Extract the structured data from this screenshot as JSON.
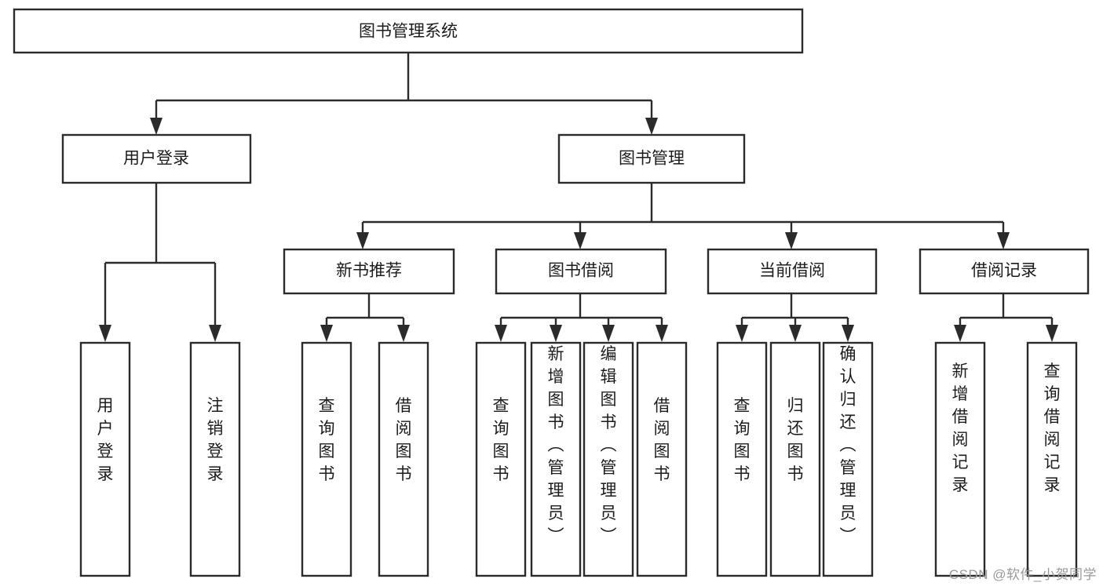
{
  "diagram": {
    "type": "tree",
    "title": "图书管理系统",
    "orientation": "top-down",
    "edge_style": "orthogonal-arrow",
    "colors": {
      "box_fill": "#ffffff",
      "box_stroke": "#2b2b2b",
      "connector": "#2b2b2b",
      "text": "#1c1c1c",
      "background": "#ffffff",
      "watermark": "#9a9a9a"
    },
    "nodes": {
      "root": {
        "label": "图书管理系统",
        "level": 0,
        "orientation": "horizontal"
      },
      "user_login": {
        "label": "用户登录",
        "level": 1,
        "orientation": "horizontal"
      },
      "book_manage": {
        "label": "图书管理",
        "level": 1,
        "orientation": "horizontal"
      },
      "new_book_rec": {
        "label": "新书推荐",
        "level": 2,
        "orientation": "horizontal"
      },
      "book_borrow": {
        "label": "图书借阅",
        "level": 2,
        "orientation": "horizontal"
      },
      "current_borrow": {
        "label": "当前借阅",
        "level": 2,
        "orientation": "horizontal"
      },
      "borrow_record": {
        "label": "借阅记录",
        "level": 2,
        "orientation": "horizontal"
      },
      "leaf_user_login": {
        "label": "用户登录",
        "level": 3,
        "orientation": "vertical"
      },
      "leaf_logout": {
        "label": "注销登录",
        "level": 3,
        "orientation": "vertical"
      },
      "leaf_query_book_1": {
        "label": "查询图书",
        "level": 3,
        "orientation": "vertical"
      },
      "leaf_borrow_book_1": {
        "label": "借阅图书",
        "level": 3,
        "orientation": "vertical"
      },
      "leaf_query_book_2": {
        "label": "查询图书",
        "level": 3,
        "orientation": "vertical"
      },
      "leaf_add_book": {
        "label": "新增图书（管理员）",
        "level": 3,
        "orientation": "vertical"
      },
      "leaf_edit_book": {
        "label": "编辑图书（管理员）",
        "level": 3,
        "orientation": "vertical"
      },
      "leaf_borrow_book_2": {
        "label": "借阅图书",
        "level": 3,
        "orientation": "vertical"
      },
      "leaf_query_book_3": {
        "label": "查询图书",
        "level": 3,
        "orientation": "vertical"
      },
      "leaf_return_book": {
        "label": "归还图书",
        "level": 3,
        "orientation": "vertical"
      },
      "leaf_confirm_return": {
        "label": "确认归还（管理员）",
        "level": 3,
        "orientation": "vertical"
      },
      "leaf_add_record": {
        "label": "新增借阅记录",
        "level": 3,
        "orientation": "vertical"
      },
      "leaf_query_record": {
        "label": "查询借阅记录",
        "level": 3,
        "orientation": "vertical"
      }
    },
    "edges": [
      {
        "from": "root",
        "to": "user_login"
      },
      {
        "from": "root",
        "to": "book_manage"
      },
      {
        "from": "user_login",
        "to": "leaf_user_login"
      },
      {
        "from": "user_login",
        "to": "leaf_logout"
      },
      {
        "from": "book_manage",
        "to": "new_book_rec"
      },
      {
        "from": "book_manage",
        "to": "book_borrow"
      },
      {
        "from": "book_manage",
        "to": "current_borrow"
      },
      {
        "from": "book_manage",
        "to": "borrow_record"
      },
      {
        "from": "new_book_rec",
        "to": "leaf_query_book_1"
      },
      {
        "from": "new_book_rec",
        "to": "leaf_borrow_book_1"
      },
      {
        "from": "book_borrow",
        "to": "leaf_query_book_2"
      },
      {
        "from": "book_borrow",
        "to": "leaf_add_book"
      },
      {
        "from": "book_borrow",
        "to": "leaf_edit_book"
      },
      {
        "from": "book_borrow",
        "to": "leaf_borrow_book_2"
      },
      {
        "from": "current_borrow",
        "to": "leaf_query_book_3"
      },
      {
        "from": "current_borrow",
        "to": "leaf_return_book"
      },
      {
        "from": "current_borrow",
        "to": "leaf_confirm_return"
      },
      {
        "from": "borrow_record",
        "to": "leaf_add_record"
      },
      {
        "from": "borrow_record",
        "to": "leaf_query_record"
      }
    ]
  },
  "watermark": {
    "text": "CSDN @软件_小贺同学"
  }
}
